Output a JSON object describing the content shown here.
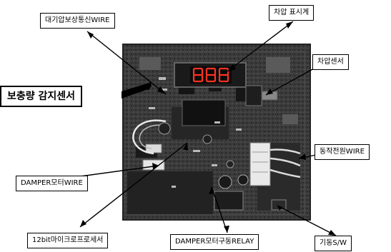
{
  "labels": {
    "atm_wire": "대기압보상통신WIRE",
    "dp_display": "차압 표시계",
    "dp_sensor": "차압센서",
    "comp_sensor": "보충량 감지센서",
    "power_wire": "동작전원WIRE",
    "damper_wire": "DAMPER모터WIRE",
    "micro": "12bit마이크로프로세서",
    "relay": "DAMPER모터구동RELAY",
    "start_sw": "기동S/W"
  },
  "display": {
    "digits": "888"
  },
  "colors": {
    "board": "#3c3c3c",
    "board_dark": "#1c1c1c",
    "segment_red": "#ff3322",
    "connector": "#e9e9e9"
  }
}
